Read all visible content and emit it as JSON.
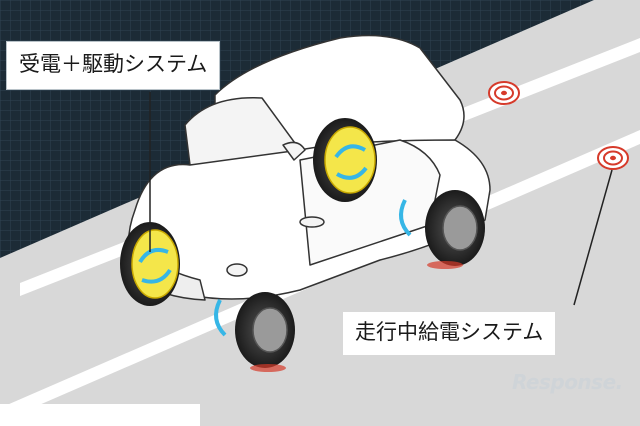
{
  "labels": {
    "receive_drive": "受電＋駆動システム",
    "road_feed": "走行中給電システム"
  },
  "watermark": "Response.",
  "colors": {
    "frame": "#1d2d3a",
    "road": "#d8d8d8",
    "lane_line": "#ffffff",
    "coil": "#f4e64a",
    "accent": "#36b6e6",
    "pad": "#d63a2a"
  }
}
